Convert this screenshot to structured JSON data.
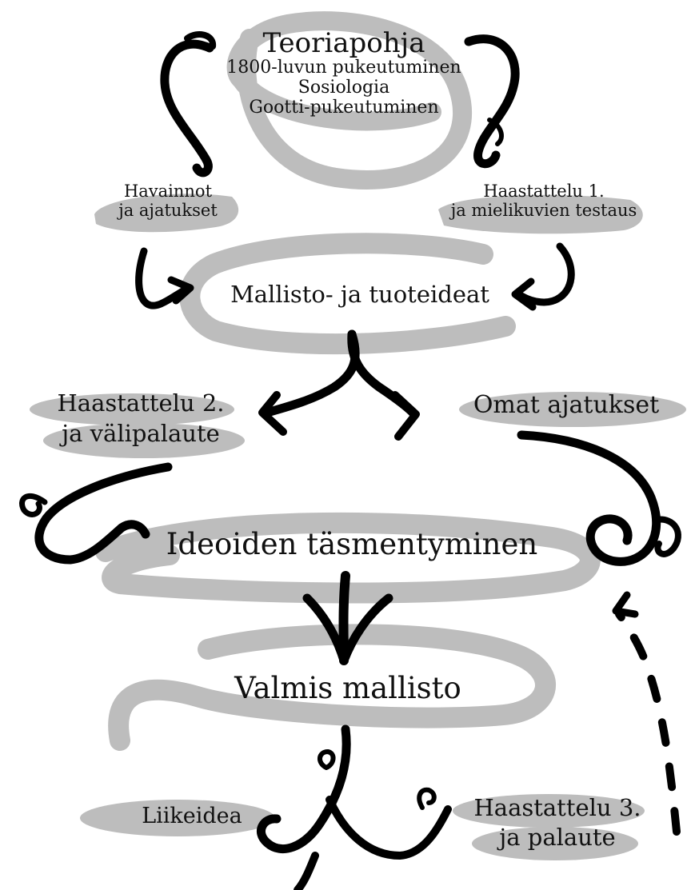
{
  "colors": {
    "swoosh": "#bdbdbd",
    "ink": "#000000",
    "text": "#111111",
    "background": "#ffffff"
  },
  "theory": {
    "title": "Teoriapohja",
    "items": [
      "1800-luvun pukeutuminen",
      "Sosiologia",
      "Gootti-pukeutuminen"
    ]
  },
  "observations": {
    "line1": "Havainnot",
    "line2": "ja ajatukset"
  },
  "interview1": {
    "line1": "Haastattelu 1.",
    "line2": "ja mielikuvien testaus"
  },
  "ideas": {
    "label": "Mallisto- ja tuoteideat"
  },
  "interview2": {
    "line1": "Haastattelu 2.",
    "line2": "ja välipalaute"
  },
  "own_thoughts": {
    "label": "Omat ajatukset"
  },
  "refinement": {
    "label": "Ideoiden täsmentyminen"
  },
  "collection": {
    "label": "Valmis mallisto"
  },
  "business": {
    "label": "Liikeidea"
  },
  "interview3": {
    "line1": "Haastattelu 3.",
    "line2": "ja palaute"
  }
}
